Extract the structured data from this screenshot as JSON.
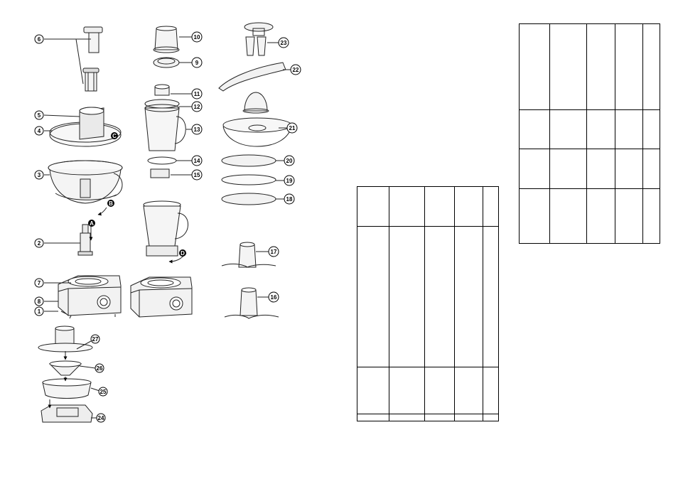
{
  "manual": {
    "callouts": [
      {
        "id": "6",
        "label": "6"
      },
      {
        "id": "5",
        "label": "5"
      },
      {
        "id": "4",
        "label": "4"
      },
      {
        "id": "3",
        "label": "3"
      },
      {
        "id": "2",
        "label": "2"
      },
      {
        "id": "7",
        "label": "7"
      },
      {
        "id": "8",
        "label": "8"
      },
      {
        "id": "1",
        "label": "1"
      },
      {
        "id": "10",
        "label": "10"
      },
      {
        "id": "9",
        "label": "9"
      },
      {
        "id": "11",
        "label": "11"
      },
      {
        "id": "12",
        "label": "12"
      },
      {
        "id": "13",
        "label": "13"
      },
      {
        "id": "14",
        "label": "14"
      },
      {
        "id": "15b",
        "label": "15"
      },
      {
        "id": "23",
        "label": "23"
      },
      {
        "id": "22",
        "label": "22"
      },
      {
        "id": "21",
        "label": "21"
      },
      {
        "id": "20",
        "label": "20"
      },
      {
        "id": "19",
        "label": "19"
      },
      {
        "id": "18",
        "label": "18"
      },
      {
        "id": "17",
        "label": "17"
      },
      {
        "id": "16b",
        "label": "16"
      },
      {
        "id": "27",
        "label": "27"
      },
      {
        "id": "26",
        "label": "26"
      },
      {
        "id": "25",
        "label": "25"
      },
      {
        "id": "24",
        "label": "24"
      }
    ],
    "step_arrows": [
      {
        "id": "A",
        "label": "A"
      },
      {
        "id": "B",
        "label": "B"
      },
      {
        "id": "C",
        "label": "C"
      },
      {
        "id": "D",
        "label": "D"
      }
    ]
  }
}
